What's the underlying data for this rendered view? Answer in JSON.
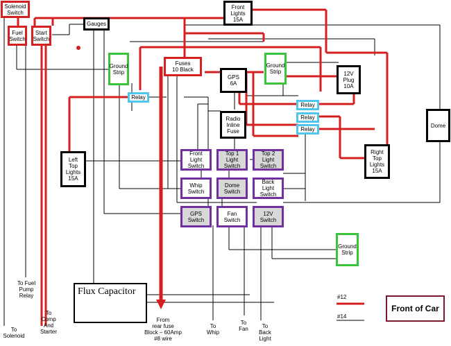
{
  "colors": {
    "red_wire": "#d42020",
    "black_wire": "#000000",
    "ground_green": "#3cc33c",
    "relay_blue": "#4fc4ec",
    "switch_purple": "#7030a0",
    "switch_grey": "#d8d8d8",
    "front_of_car": "#7a1830"
  },
  "boxes": {
    "solenoid_switch": "Solenoid\nSwitch",
    "fuel_switch": "Fuel\nSwitch",
    "start_switch": "Start\nSwitch",
    "gauges": "Gauges",
    "front_lights": "Front\nLights\n15A",
    "ground_strip_left": "Ground\nStrip",
    "fuses": "Fuses\n10 Black",
    "gps_fuse": "GPS\n6A",
    "ground_strip_right": "Ground\nStrip",
    "plug_12v": "12V\nPlug\n10A",
    "relay_left": "Relay",
    "relay_1": "Relay",
    "relay_2": "Relay",
    "relay_3": "Relay",
    "radio_fuse": "Radio\nInline\nFuse",
    "dome": "Dome",
    "left_top_lights": "Left\nTop\nLights\n15A",
    "right_top_lights": "Right\nTop\nLights\n15A",
    "ground_strip_bottom": "Ground\nStrip",
    "flux_capacitor": "Flux Capacitor",
    "front_of_car": "Front of Car"
  },
  "switches": {
    "front_light": "Front\nLight\nSwitch",
    "top1_light": "Top 1\nLight\nSwitch",
    "top2_light": "Top 2\nLight\nSwitch",
    "whip": "Whip\nSwitch",
    "dome": "Dome\nSwitch",
    "back_light": "Back\nLight\nSwitch",
    "gps": "GPS\nSwitch",
    "fan": "Fan\nSwitch",
    "v12": "12V\nSwitch"
  },
  "labels": {
    "to_fuel_pump_relay": "To Fuel\nPump\nRelay",
    "to_solenoid": "To\nSolenoid",
    "to_comp_starter": "To\nComp\nAnd\nStarter",
    "from_rear_fuse": "From\nrear fuse\nBlock – 60Amp\n#8 wire",
    "to_whip": "To\nWhip",
    "to_fan": "To\nFan",
    "to_back_light": "To\nBack\nLight"
  },
  "legend": {
    "gauge_12": "#12",
    "gauge_14": "#14"
  }
}
